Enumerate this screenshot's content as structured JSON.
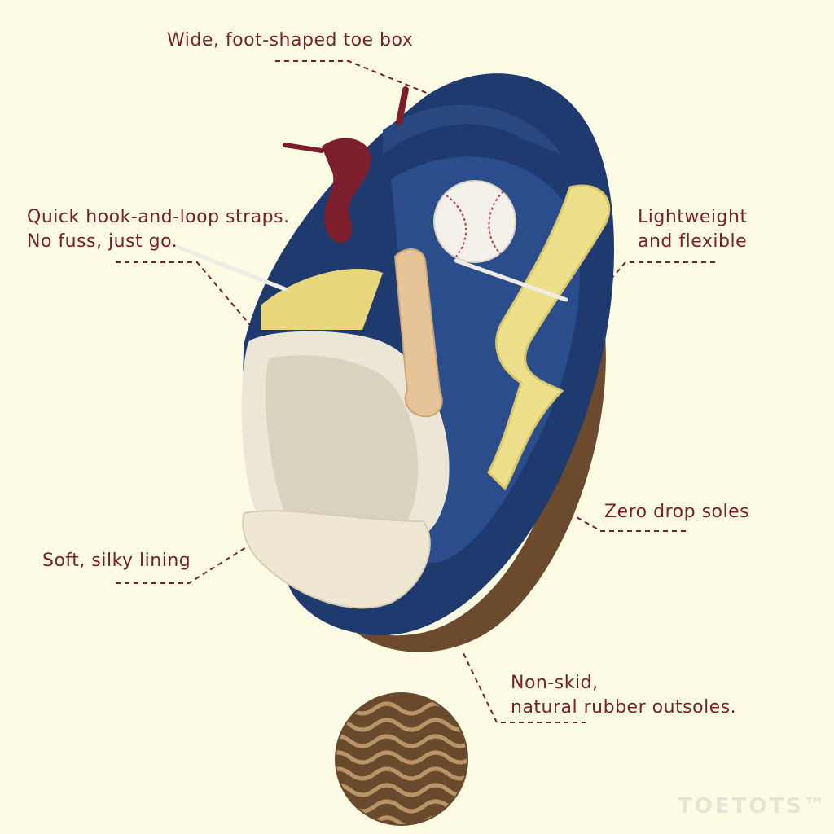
{
  "callouts": {
    "toe_box": "Wide, foot-shaped toe box",
    "straps_line1": "Quick hook-and-loop straps.",
    "straps_line2": "No fuss, just go.",
    "lightweight_line1": "Lightweight",
    "lightweight_line2": "and flexible",
    "zero_drop": "Zero drop soles",
    "lining": "Soft, silky lining",
    "outsole_line1": "Non-skid,",
    "outsole_line2": "natural rubber outsoles."
  },
  "brand": "TOETOTS™",
  "colors": {
    "background": "#fdfbe3",
    "text": "#7a1f1f",
    "shoe_navy": "#1f3a6e",
    "shoe_yellow": "#eee08a",
    "sole_brown": "#6b4a2e"
  }
}
